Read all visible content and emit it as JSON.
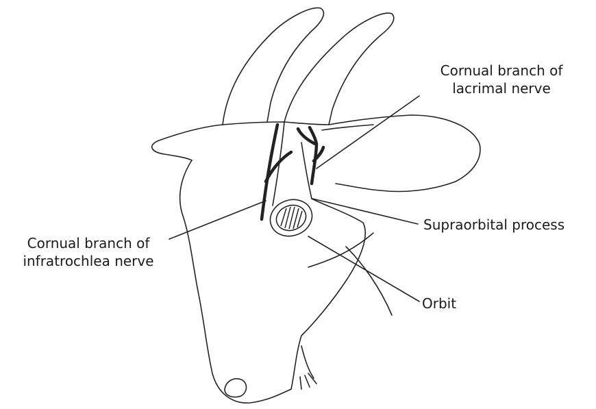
{
  "labels": {
    "lacrimal": {
      "line1": "Cornual branch of",
      "line2": "lacrimal nerve"
    },
    "infratrochlea": {
      "line1": "Cornual branch of",
      "line2": "infratrochlea nerve"
    },
    "supraorbital": {
      "text": "Supraorbital process"
    },
    "orbit": {
      "text": "Orbit"
    }
  },
  "colors": {
    "ink": "#222222",
    "background": "#ffffff"
  }
}
